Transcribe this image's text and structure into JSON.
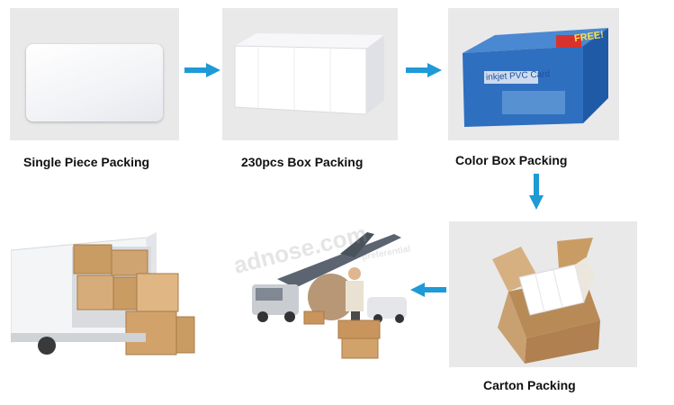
{
  "steps": [
    {
      "label": "Single Piece Packing"
    },
    {
      "label": "230pcs Box Packing"
    },
    {
      "label": "Color Box Packing"
    },
    {
      "label": "Carton Packing"
    }
  ],
  "color_box": {
    "free_text": "FREE!",
    "product_text": "inkjet PVC Card"
  },
  "watermark": {
    "brand": "adnose.com",
    "sub": "preferential"
  },
  "colors": {
    "arrow": "#1e9ad6",
    "panel_bg": "#e9e9ea",
    "carton": "#c9a170",
    "color_box_blue": "#2f6fbf"
  }
}
